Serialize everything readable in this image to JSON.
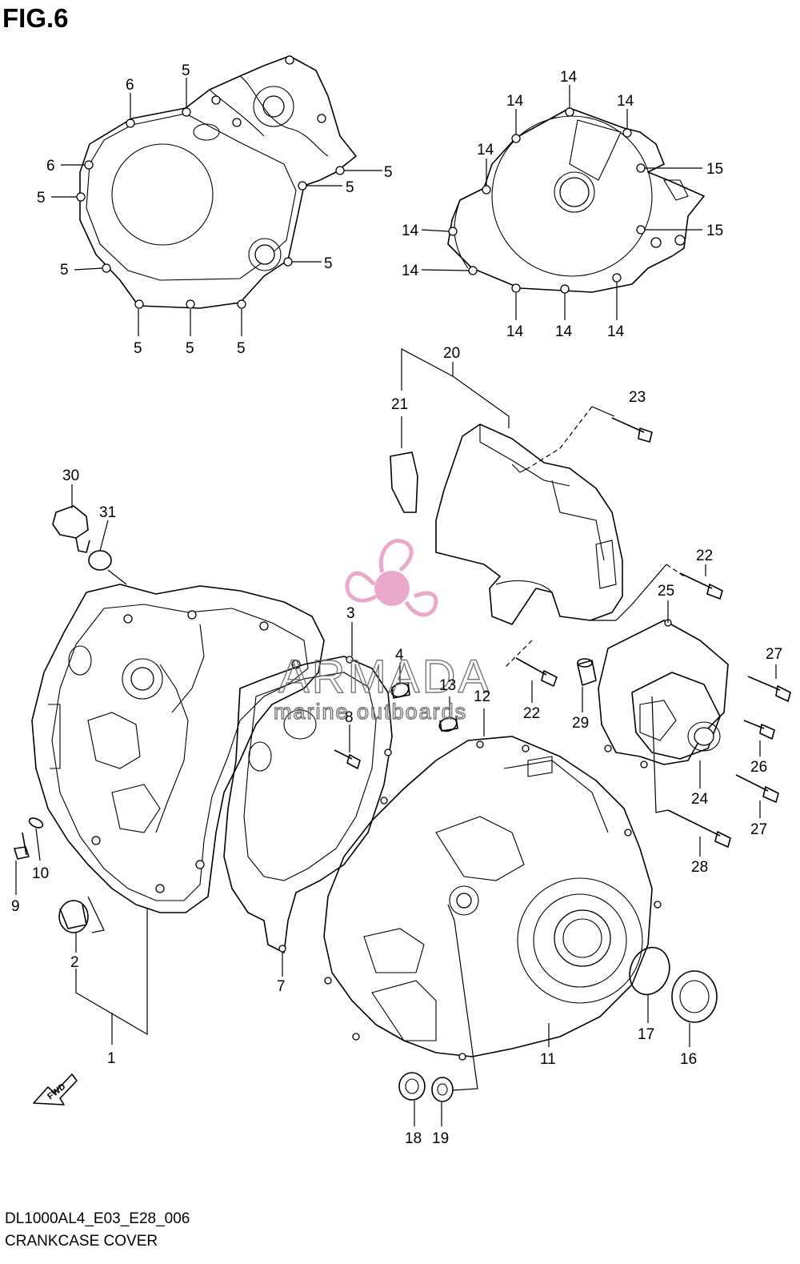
{
  "figure": {
    "title": "FIG.6",
    "code": "DL1000AL4_E03_E28_006",
    "section": "CRANKCASE COVER"
  },
  "watermark": {
    "name": "ARMADA",
    "tagline": "marine outboards",
    "color": "#e8a0c4"
  },
  "fwd_label": "FWD",
  "callouts": [
    {
      "id": "c-5a",
      "text": "5"
    },
    {
      "id": "c-6a",
      "text": "6"
    },
    {
      "id": "c-6b",
      "text": "6"
    },
    {
      "id": "c-5b",
      "text": "5"
    },
    {
      "id": "c-5c",
      "text": "5"
    },
    {
      "id": "c-5d",
      "text": "5"
    },
    {
      "id": "c-5e",
      "text": "5"
    },
    {
      "id": "c-5f",
      "text": "5"
    },
    {
      "id": "c-5g",
      "text": "5"
    },
    {
      "id": "c-5h",
      "text": "5"
    },
    {
      "id": "c-5i",
      "text": "5"
    },
    {
      "id": "c-14a",
      "text": "14"
    },
    {
      "id": "c-14b",
      "text": "14"
    },
    {
      "id": "c-14c",
      "text": "14"
    },
    {
      "id": "c-14d",
      "text": "14"
    },
    {
      "id": "c-15a",
      "text": "15"
    },
    {
      "id": "c-14e",
      "text": "14"
    },
    {
      "id": "c-15b",
      "text": "15"
    },
    {
      "id": "c-14f",
      "text": "14"
    },
    {
      "id": "c-14g",
      "text": "14"
    },
    {
      "id": "c-14h",
      "text": "14"
    },
    {
      "id": "c-14i",
      "text": "14"
    },
    {
      "id": "c-20",
      "text": "20"
    },
    {
      "id": "c-21",
      "text": "21"
    },
    {
      "id": "c-23",
      "text": "23"
    },
    {
      "id": "c-30",
      "text": "30"
    },
    {
      "id": "c-31",
      "text": "31"
    },
    {
      "id": "c-22a",
      "text": "22"
    },
    {
      "id": "c-25",
      "text": "25"
    },
    {
      "id": "c-3",
      "text": "3"
    },
    {
      "id": "c-4",
      "text": "4"
    },
    {
      "id": "c-13",
      "text": "13"
    },
    {
      "id": "c-12",
      "text": "12"
    },
    {
      "id": "c-22b",
      "text": "22"
    },
    {
      "id": "c-29",
      "text": "29"
    },
    {
      "id": "c-27a",
      "text": "27"
    },
    {
      "id": "c-8",
      "text": "8"
    },
    {
      "id": "c-26",
      "text": "26"
    },
    {
      "id": "c-24",
      "text": "24"
    },
    {
      "id": "c-27b",
      "text": "27"
    },
    {
      "id": "c-10",
      "text": "10"
    },
    {
      "id": "c-9",
      "text": "9"
    },
    {
      "id": "c-28",
      "text": "28"
    },
    {
      "id": "c-2",
      "text": "2"
    },
    {
      "id": "c-7",
      "text": "7"
    },
    {
      "id": "c-17",
      "text": "17"
    },
    {
      "id": "c-16",
      "text": "16"
    },
    {
      "id": "c-1",
      "text": "1"
    },
    {
      "id": "c-11",
      "text": "11"
    },
    {
      "id": "c-18",
      "text": "18"
    },
    {
      "id": "c-19",
      "text": "19"
    }
  ]
}
